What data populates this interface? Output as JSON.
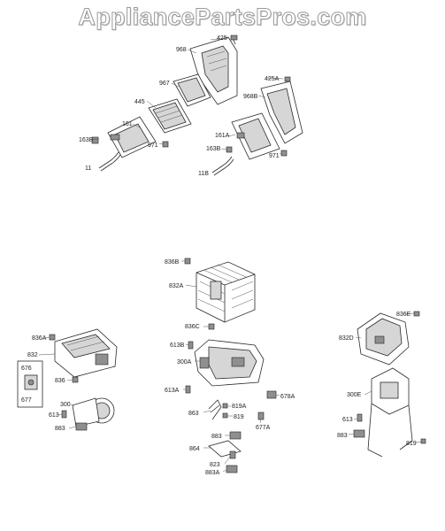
{
  "watermark": "AppliancePartsPros.com",
  "callouts": {
    "c425": "425",
    "c968": "968",
    "c967": "967",
    "c425A": "425A",
    "c968B": "968B",
    "c445": "445",
    "c161": "161",
    "c163B_a": "163B",
    "c971_a": "971",
    "c11": "11",
    "c161A": "161A",
    "c163B_b": "163B",
    "c971_b": "971",
    "c11B": "11B",
    "c836B": "836B",
    "c832A": "832A",
    "c836C": "836C",
    "c613B": "613B",
    "c300A": "300A",
    "c613A": "613A",
    "c678A": "678A",
    "c863": "863",
    "c819A": "819A",
    "c819_a": "819",
    "c677A": "677A",
    "c883_a": "883",
    "c864": "864",
    "c823": "823",
    "c883A": "883A",
    "c836A": "836A",
    "c832": "832",
    "c676": "676",
    "c677": "677",
    "c836": "836",
    "c300": "300",
    "c613_a": "613",
    "c883_b": "883",
    "c836E": "836E",
    "c832D": "832D",
    "c300E": "300E",
    "c613_b": "613",
    "c883_c": "883",
    "c819_b": "819"
  }
}
